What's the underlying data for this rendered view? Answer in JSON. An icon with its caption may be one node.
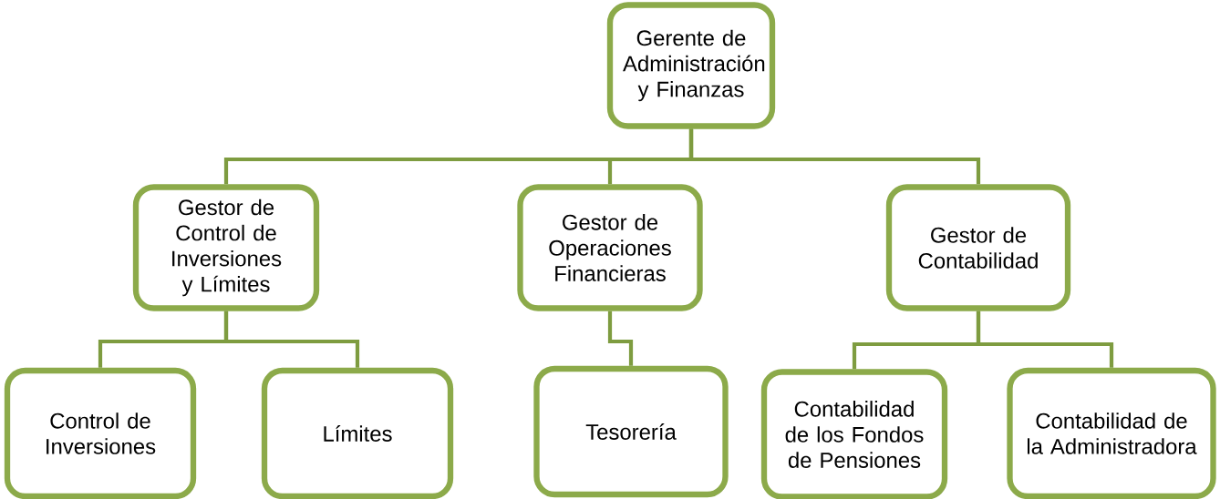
{
  "diagram": {
    "nodes": [
      {
        "text": [
          "Gerente de Administración y Finanzas"
        ]
      },
      {
        "text": [
          "Gestor de Control de Inversiones y Límites"
        ]
      },
      {
        "text": [
          "Gestor de Operaciones Financieras"
        ]
      },
      {
        "text": [
          "Gestor de Contabilidad"
        ]
      },
      {
        "text": [
          "Control de Inversiones"
        ]
      },
      {
        "text": [
          "Límites"
        ]
      },
      {
        "text": [
          "Tesorería"
        ]
      },
      {
        "text": [
          "Contabilidad de los Fondos de Pensiones"
        ]
      },
      {
        "text": [
          "Contabilidad de la Administradora"
        ]
      }
    ],
    "edges": [
      {
        "from": 0,
        "to": 1,
        "arrow": "none"
      },
      {
        "from": 0,
        "to": 2,
        "arrow": "none"
      },
      {
        "from": 0,
        "to": 3,
        "arrow": "none"
      },
      {
        "from": 1,
        "to": 4,
        "arrow": "none"
      },
      {
        "from": 1,
        "to": 5,
        "arrow": "none"
      },
      {
        "from": 2,
        "to": 6,
        "arrow": "none"
      },
      {
        "from": 3,
        "to": 7,
        "arrow": "none"
      },
      {
        "from": 3,
        "to": 8,
        "arrow": "none"
      }
    ]
  }
}
